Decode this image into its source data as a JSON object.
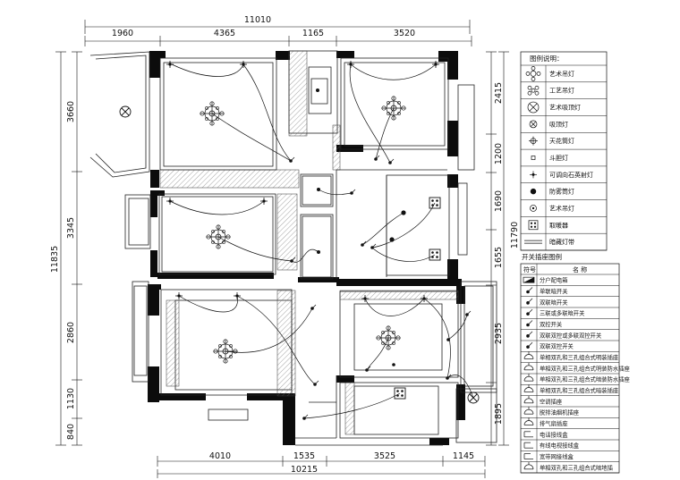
{
  "dimensions": {
    "top_total": "11010",
    "top_segments": [
      "1960",
      "4365",
      "1165",
      "3520"
    ],
    "bottom_total": "10215",
    "bottom_segments": [
      "4010",
      "1535",
      "3525",
      "1145"
    ],
    "left_total": "11835",
    "left_segments": [
      "3660",
      "3345",
      "2860",
      "1130",
      "840"
    ],
    "right_total": "11790",
    "right_segments": [
      "2415",
      "1200",
      "1690",
      "1655",
      "2935",
      "1895"
    ]
  },
  "legend1": {
    "title": "图例说明：",
    "items": [
      {
        "icon": "art-chandelier-icon",
        "label": "艺术吊灯"
      },
      {
        "icon": "craft-chandelier-icon",
        "label": "工艺吊灯"
      },
      {
        "icon": "art-ceiling-lamp-icon",
        "label": "艺术吸顶灯"
      },
      {
        "icon": "ceiling-lamp-icon",
        "label": "吸顶灯"
      },
      {
        "icon": "downlight-icon",
        "label": "天花筒灯"
      },
      {
        "icon": "spotlight-icon",
        "label": "斗胆灯"
      },
      {
        "icon": "adjustable-spotlight-icon",
        "label": "可调向石英射灯"
      },
      {
        "icon": "moisture-proof-lamp-icon",
        "label": "防雾筒灯"
      },
      {
        "icon": "art-pendant-icon",
        "label": "艺术吊灯"
      },
      {
        "icon": "heater-icon",
        "label": "取暖器"
      },
      {
        "icon": "hidden-light-strip-icon",
        "label": "暗藏灯带"
      }
    ]
  },
  "legend2": {
    "title": "开关插座图例",
    "header": [
      "符号",
      "名    称"
    ],
    "items": [
      {
        "icon": "distribution-box-icon",
        "label": "分户配电箱"
      },
      {
        "icon": "single-switch-icon",
        "label": "单联暗开关"
      },
      {
        "icon": "double-switch-icon",
        "label": "双联暗开关"
      },
      {
        "icon": "triple-switch-icon",
        "label": "三联或多联暗开关"
      },
      {
        "icon": "two-way-switch-icon",
        "label": "双控开关"
      },
      {
        "icon": "multi-two-way-switch-icon",
        "label": "双联双控或多联双控开关"
      },
      {
        "icon": "double-two-way-switch-icon",
        "label": "双联双控开关"
      },
      {
        "icon": "socket-icon",
        "label": "单相双孔和三孔组合式明装插座"
      },
      {
        "icon": "waterproof-socket-icon",
        "label": "单相双孔和三孔组合式明装防水插座"
      },
      {
        "icon": "waterproof-dark-socket-icon",
        "label": "单相双孔和三孔组合式暗装防水插座"
      },
      {
        "icon": "dark-socket-icon",
        "label": "单相双孔和三孔组合式暗装插座"
      },
      {
        "icon": "ac-socket-icon",
        "label": "空调插座"
      },
      {
        "icon": "range-hood-socket-icon",
        "label": "脱排油烟机插座"
      },
      {
        "icon": "exhaust-fan-socket-icon",
        "label": "排气扇插座"
      },
      {
        "icon": "phone-jack-icon",
        "label": "电话接线盒"
      },
      {
        "icon": "tv-jack-icon",
        "label": "有线电视接线盒"
      },
      {
        "icon": "broadband-jack-icon",
        "label": "宽带网接线盒"
      },
      {
        "icon": "floor-socket-icon",
        "label": "单相双孔和三孔组合式暗地插"
      }
    ]
  }
}
